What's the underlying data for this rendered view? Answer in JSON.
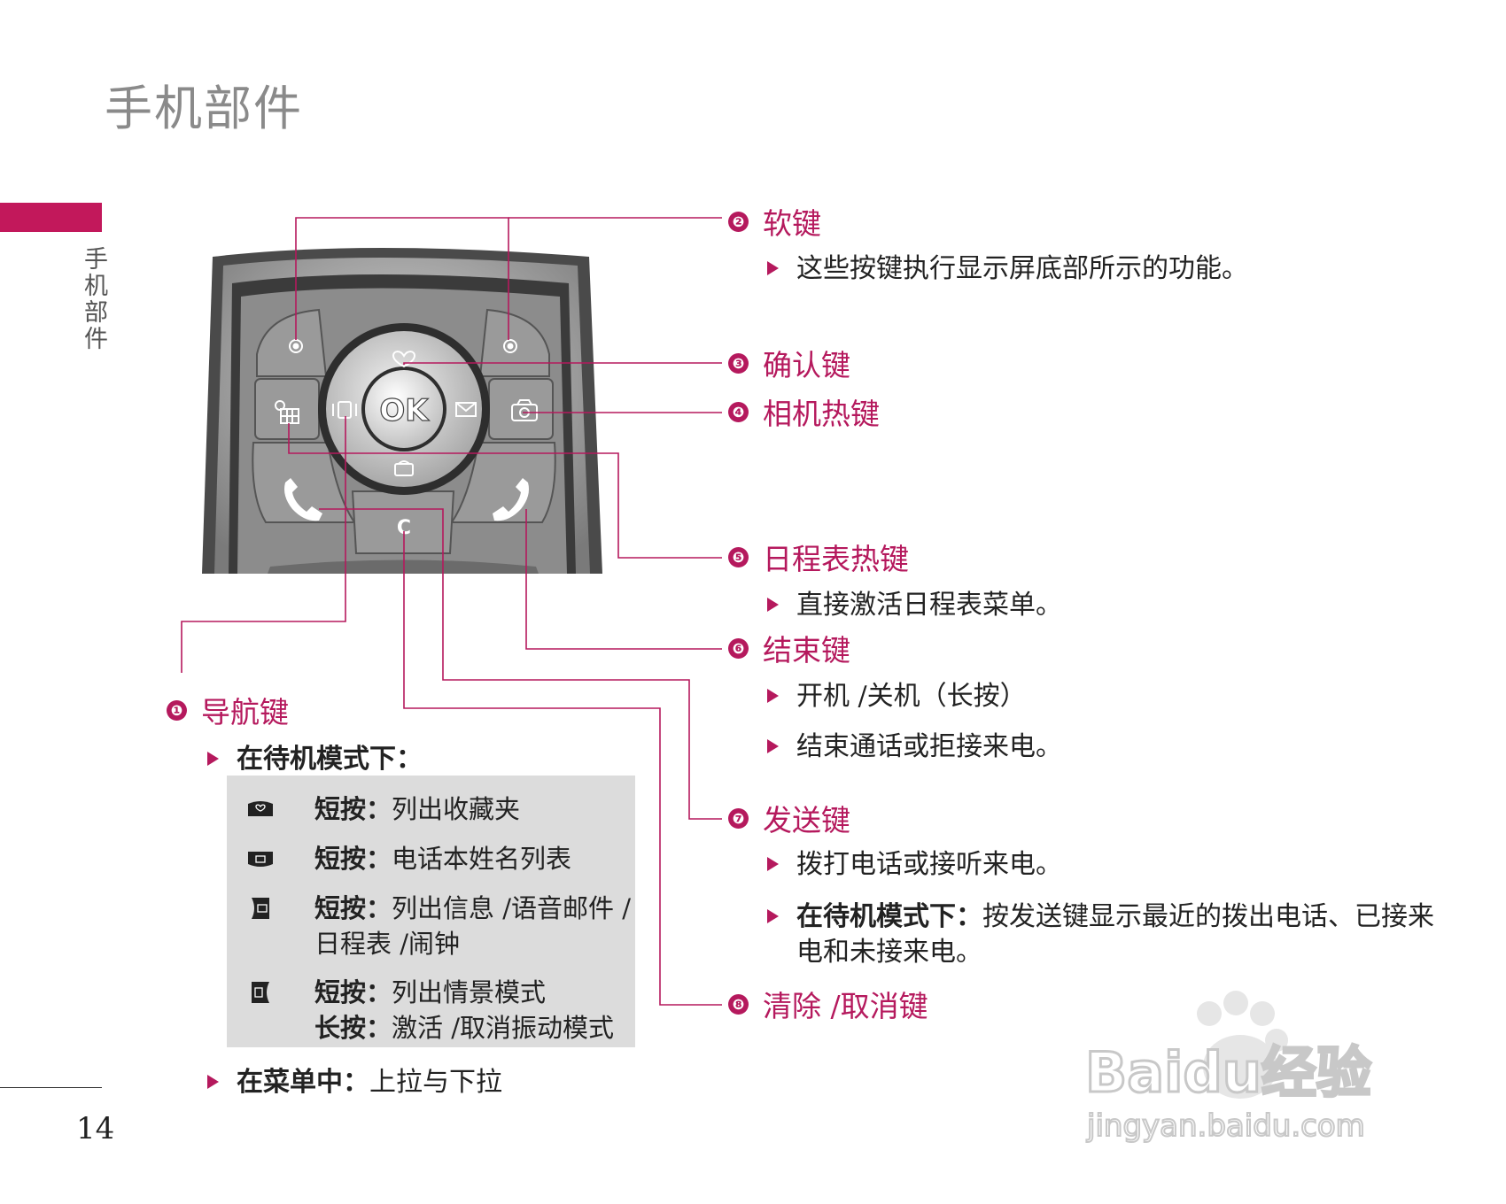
{
  "page": {
    "title": "手机部件",
    "side_tab": "手机部件",
    "page_number": "14"
  },
  "phone": {
    "ok_label": "OK",
    "clear_label": "C"
  },
  "callouts": [
    {
      "num": "❶",
      "label": "导航键"
    },
    {
      "num": "❷",
      "label": "软键"
    },
    {
      "num": "❸",
      "label": "确认键"
    },
    {
      "num": "❹",
      "label": "相机热键"
    },
    {
      "num": "❺",
      "label": "日程表热键"
    },
    {
      "num": "❻",
      "label": "结束键"
    },
    {
      "num": "❼",
      "label": "发送键"
    },
    {
      "num": "❽",
      "label": "清除 /取消键"
    }
  ],
  "softkey_desc": "这些按键执行显示屏底部所示的功能。",
  "calendar_desc": "直接激活日程表菜单。",
  "end_desc": [
    "开机 /关机（长按）",
    "结束通话或拒接来电。"
  ],
  "send_desc": {
    "line1": "拨打电话或接听来电。",
    "line2_bold": "在待机模式下：",
    "line2_rest": "按发送键显示最近的拨出电话、已接来电和未接来电。"
  },
  "nav": {
    "standby_label": "在待机模式下：",
    "rows": [
      {
        "icon": "up-key-icon",
        "bold": "短按：",
        "text": "列出收藏夹"
      },
      {
        "icon": "down-key-icon",
        "bold": "短按：",
        "text": "电话本姓名列表"
      },
      {
        "icon": "right-key-icon",
        "bold": "短按：",
        "text": "列出信息 /语音邮件 / 日程表 /闹钟"
      },
      {
        "icon": "left-key-icon",
        "bold": "短按：",
        "text": "列出情景模式",
        "bold2": "长按：",
        "text2": "激活 /取消振动模式"
      }
    ],
    "menu_label": "在菜单中：",
    "menu_text": "上拉与下拉"
  },
  "watermark": {
    "brand": "Baidu经验",
    "url": "jingyan.baidu.com"
  }
}
